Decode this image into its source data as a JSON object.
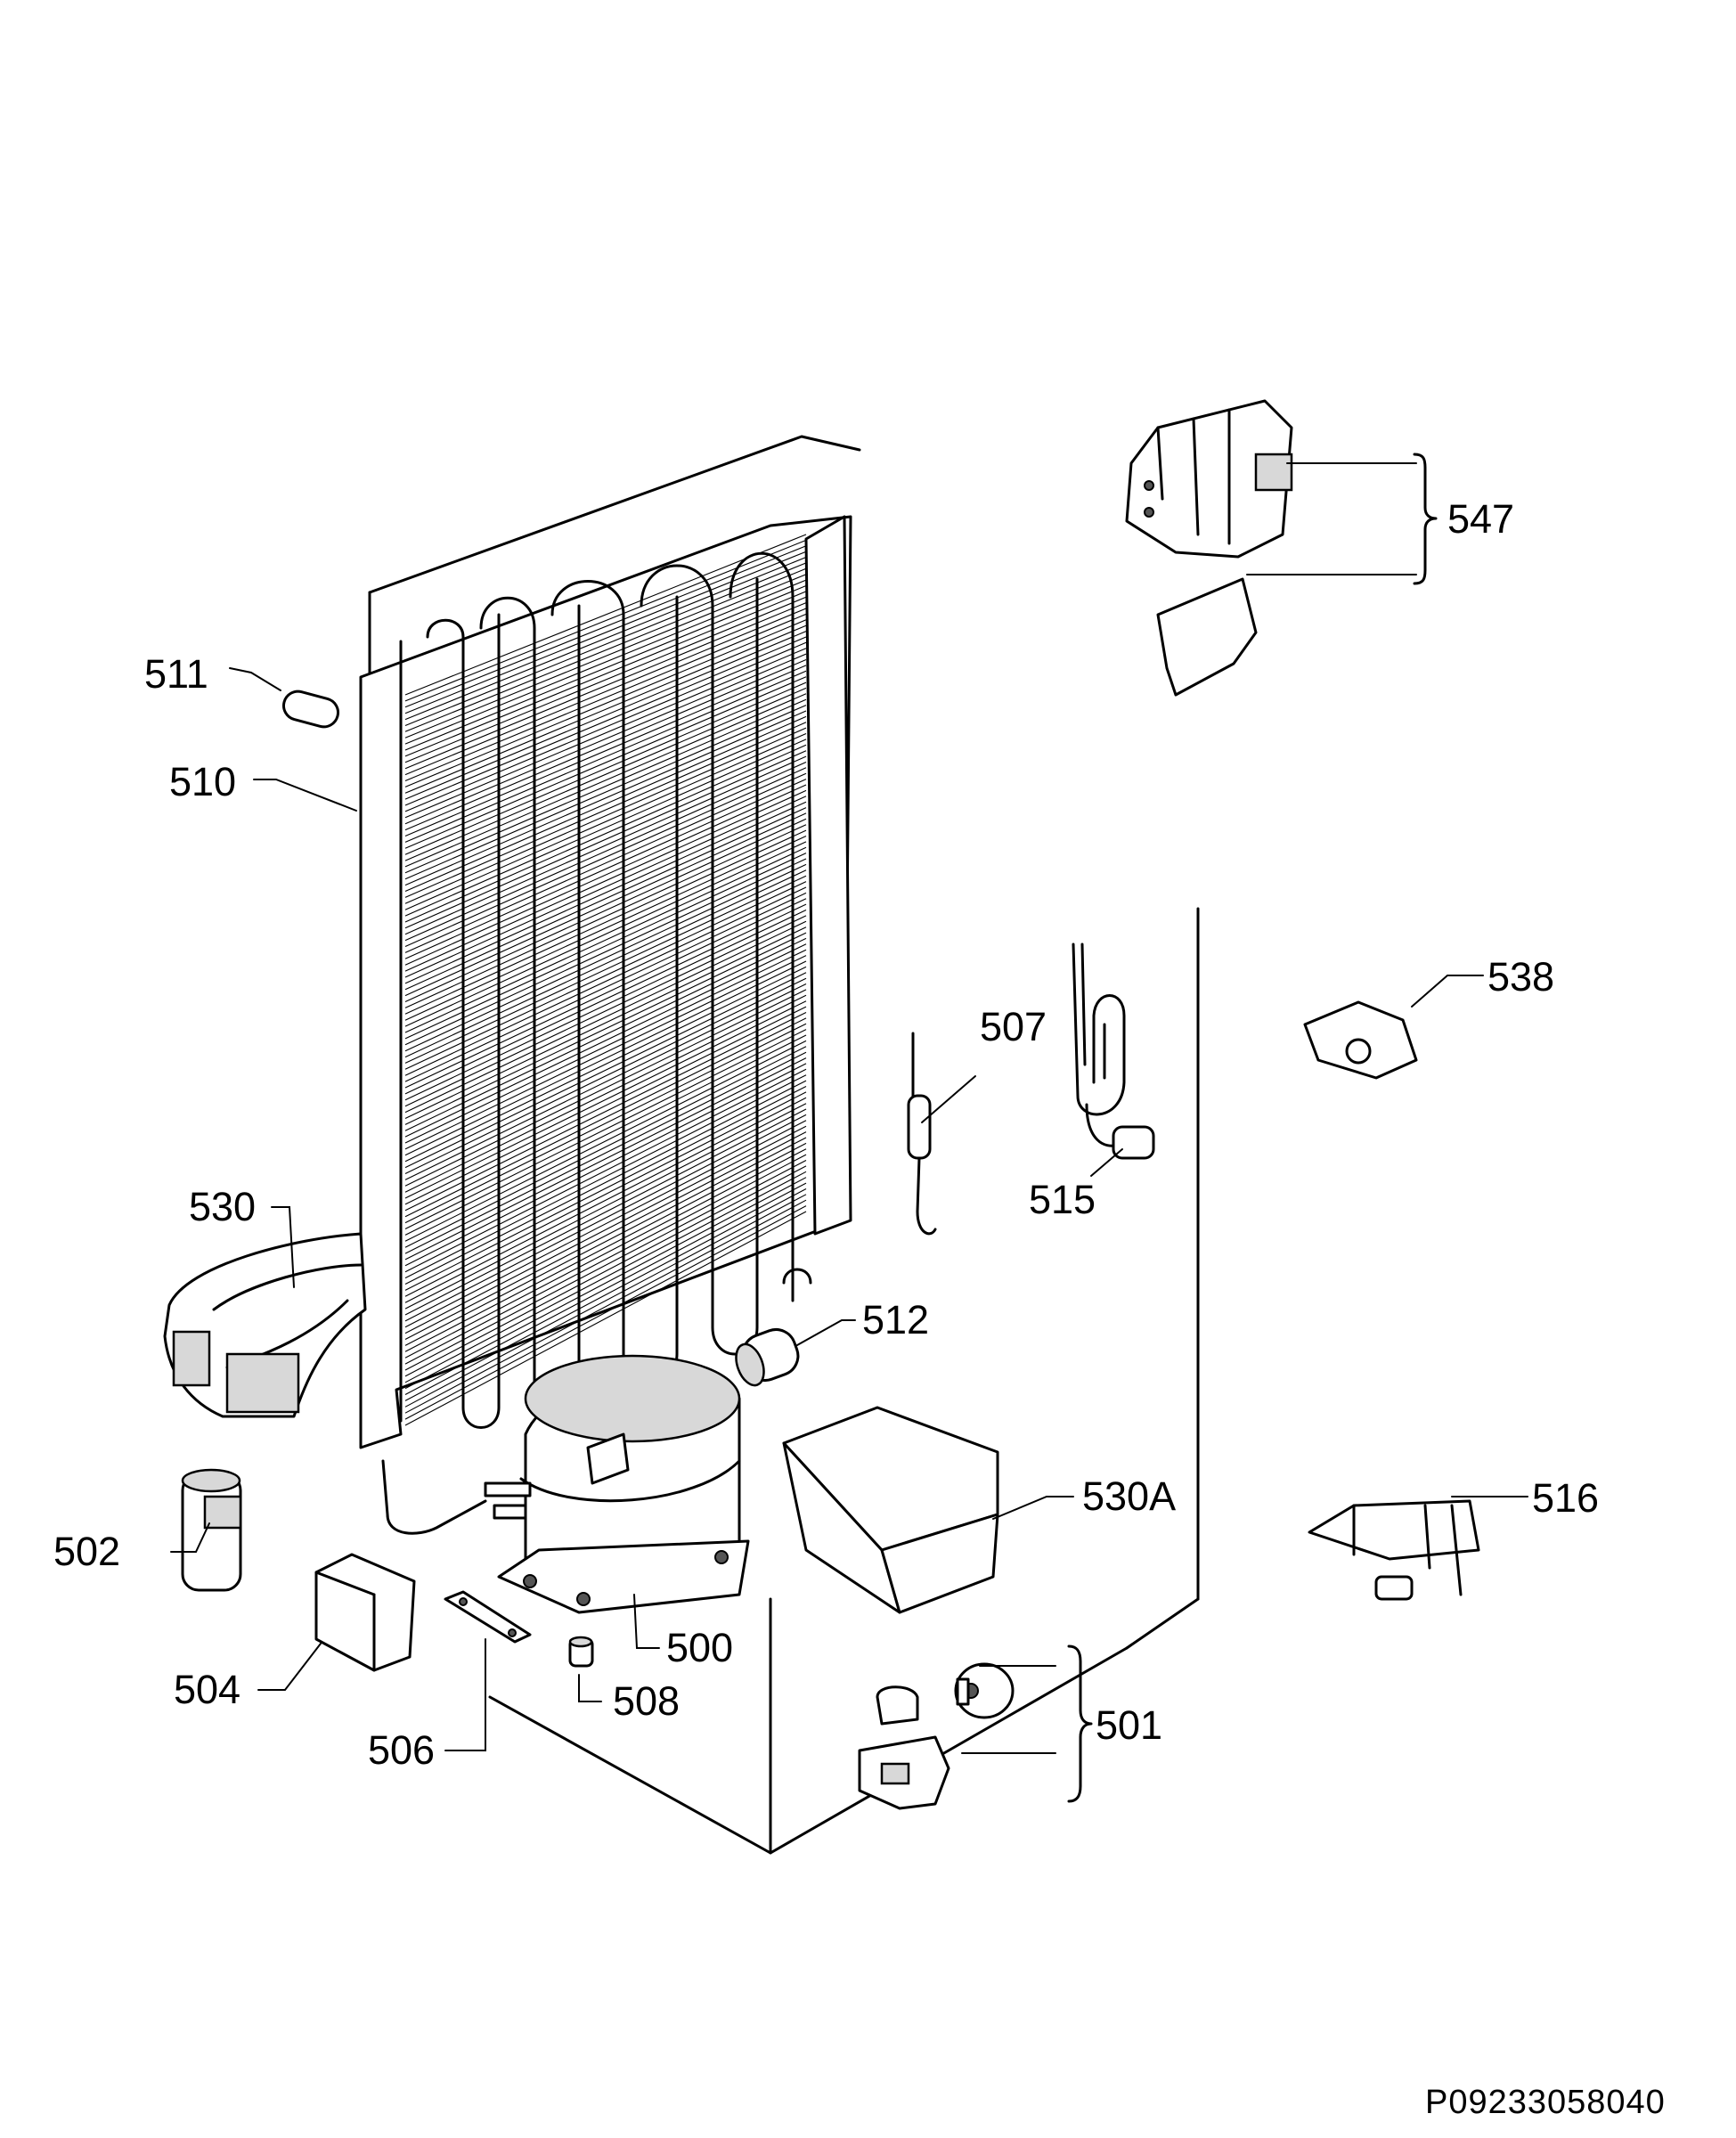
{
  "callouts": {
    "c500": "500",
    "c501": "501",
    "c502": "502",
    "c504": "504",
    "c506": "506",
    "c507": "507",
    "c508": "508",
    "c510": "510",
    "c511": "511",
    "c512": "512",
    "c515": "515",
    "c516": "516",
    "c530": "530",
    "c530A": "530A",
    "c538": "538",
    "c547": "547"
  },
  "drawing_code": "P09233058040"
}
